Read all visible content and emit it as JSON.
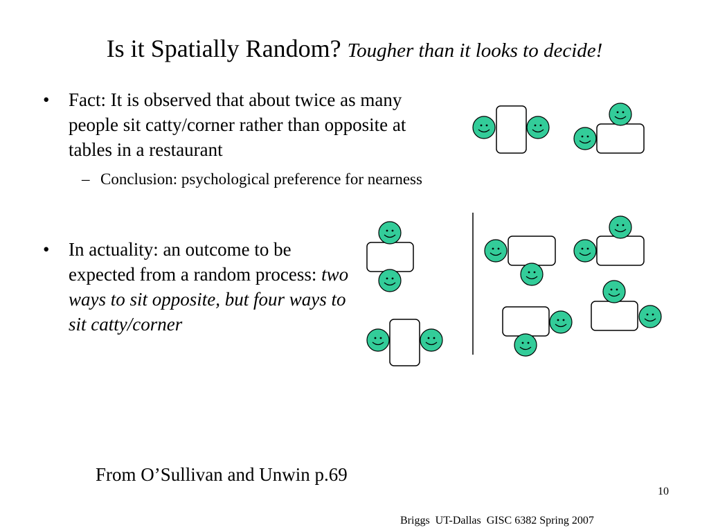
{
  "slide": {
    "title_main": "Is it Spatially Random? ",
    "title_sub": "Tougher than it looks to decide!",
    "bullet1": "Fact: It is observed that about twice as many people sit catty/corner rather than opposite at tables in a restaurant",
    "sub_bullet1": "Conclusion: psychological preference for nearness",
    "bullet2_plain": "In actuality: an outcome to be expected from a random process: ",
    "bullet2_italic": "two ways to sit opposite, but four ways to sit catty/corner",
    "bullet_glyph": "•",
    "dash_glyph": "–",
    "source": "From  O’Sullivan and Unwin p.69",
    "slide_number": "10",
    "footer": "Briggs  UT-Dallas  GISC 6382 Spring 2007"
  },
  "colors": {
    "face_fill": "#33cc99",
    "outline": "#000000"
  },
  "icons": {
    "person": "smiley-face-icon",
    "table": "table-rectangle"
  }
}
